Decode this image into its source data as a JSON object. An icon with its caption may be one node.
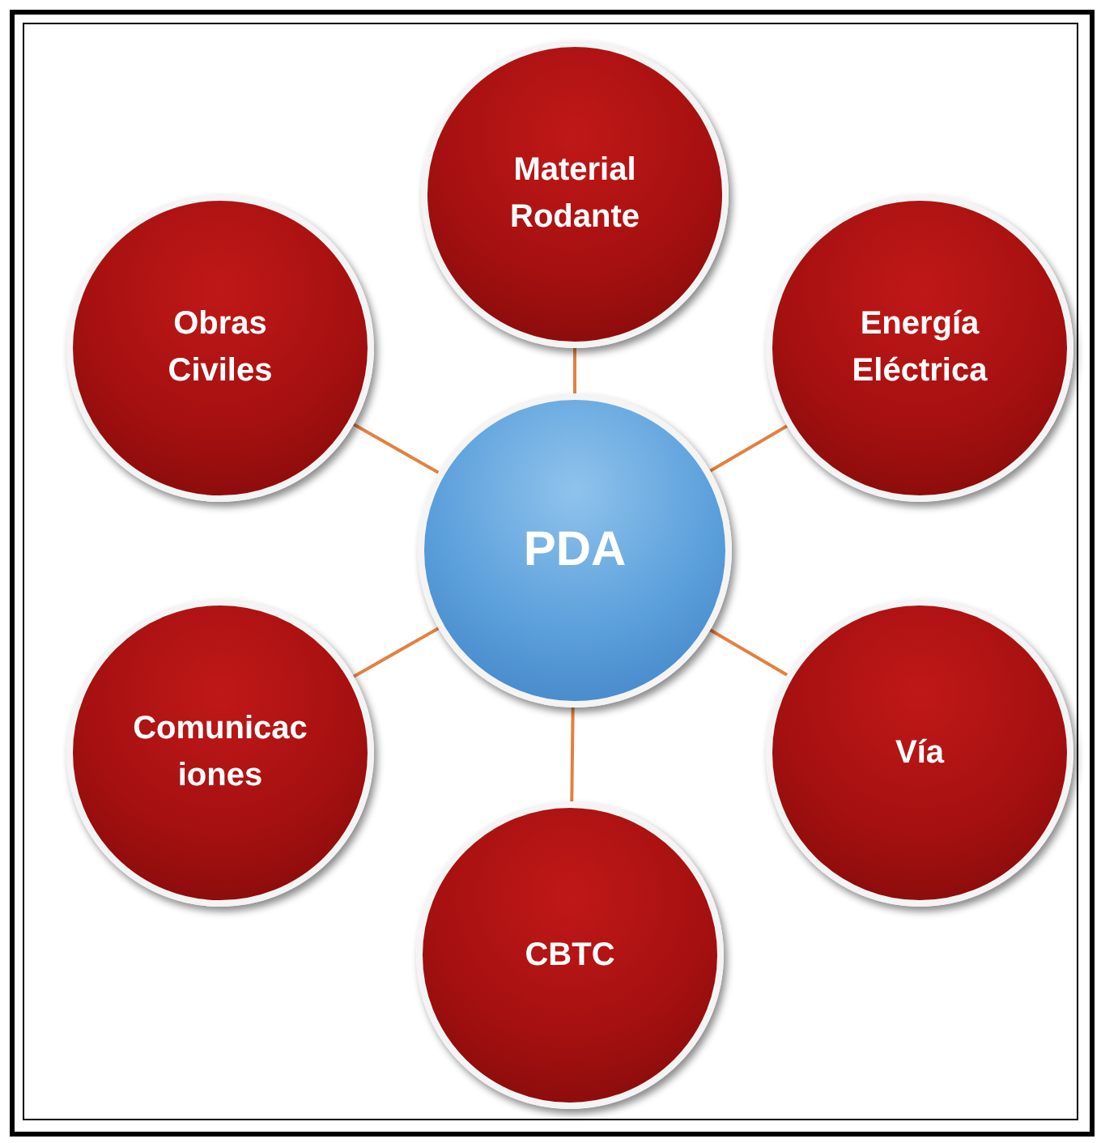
{
  "diagram": {
    "nodes": [
      {
        "text": [
          "Material Rodante"
        ]
      },
      {
        "text": [
          "Obras Civiles"
        ]
      },
      {
        "text": [
          "Energía Eléctrica"
        ]
      },
      {
        "text": [
          "PDA"
        ]
      },
      {
        "text": [
          "Comunicaciones"
        ]
      },
      {
        "text": [
          "Vía"
        ]
      },
      {
        "text": [
          "CBTC"
        ]
      }
    ],
    "edges": [
      {
        "from": 3,
        "to": 0,
        "arrow": "none"
      },
      {
        "from": 3,
        "to": 1,
        "arrow": "none"
      },
      {
        "from": 3,
        "to": 2,
        "arrow": "none"
      },
      {
        "from": 3,
        "to": 4,
        "arrow": "none"
      },
      {
        "from": 3,
        "to": 5,
        "arrow": "none"
      },
      {
        "from": 3,
        "to": 6,
        "arrow": "none"
      }
    ]
  }
}
